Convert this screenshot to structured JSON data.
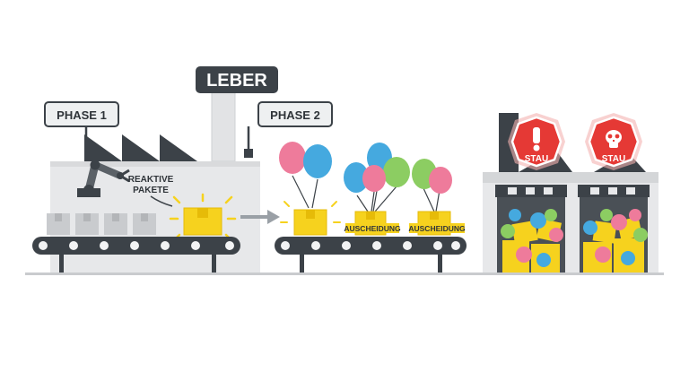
{
  "factory": {
    "title": "LEBER"
  },
  "phases": {
    "phase1": "PHASE 1",
    "phase2": "PHASE 2"
  },
  "labels": {
    "reactive_line1": "REAKTIVE",
    "reactive_line2": "PAKETE",
    "excretion_a": "AUSCHEIDUNG",
    "excretion_b": "AUSCHEIDUNG"
  },
  "warnings": {
    "stau_left": "STAU",
    "stau_right": "STAU"
  },
  "colors": {
    "building": "#e7e8ea",
    "dark": "#3c4248",
    "package": "#f6d21e",
    "package_gray": "#c9cbce",
    "warning_red": "#e53935",
    "balloon_pink": "#ee7b9b",
    "balloon_blue": "#45a9df",
    "balloon_green": "#8ccd62"
  },
  "icons": {
    "stau_left": "exclamation-icon",
    "stau_right": "skull-icon",
    "arrow": "arrow-right-icon",
    "robot": "robot-arm-icon"
  }
}
